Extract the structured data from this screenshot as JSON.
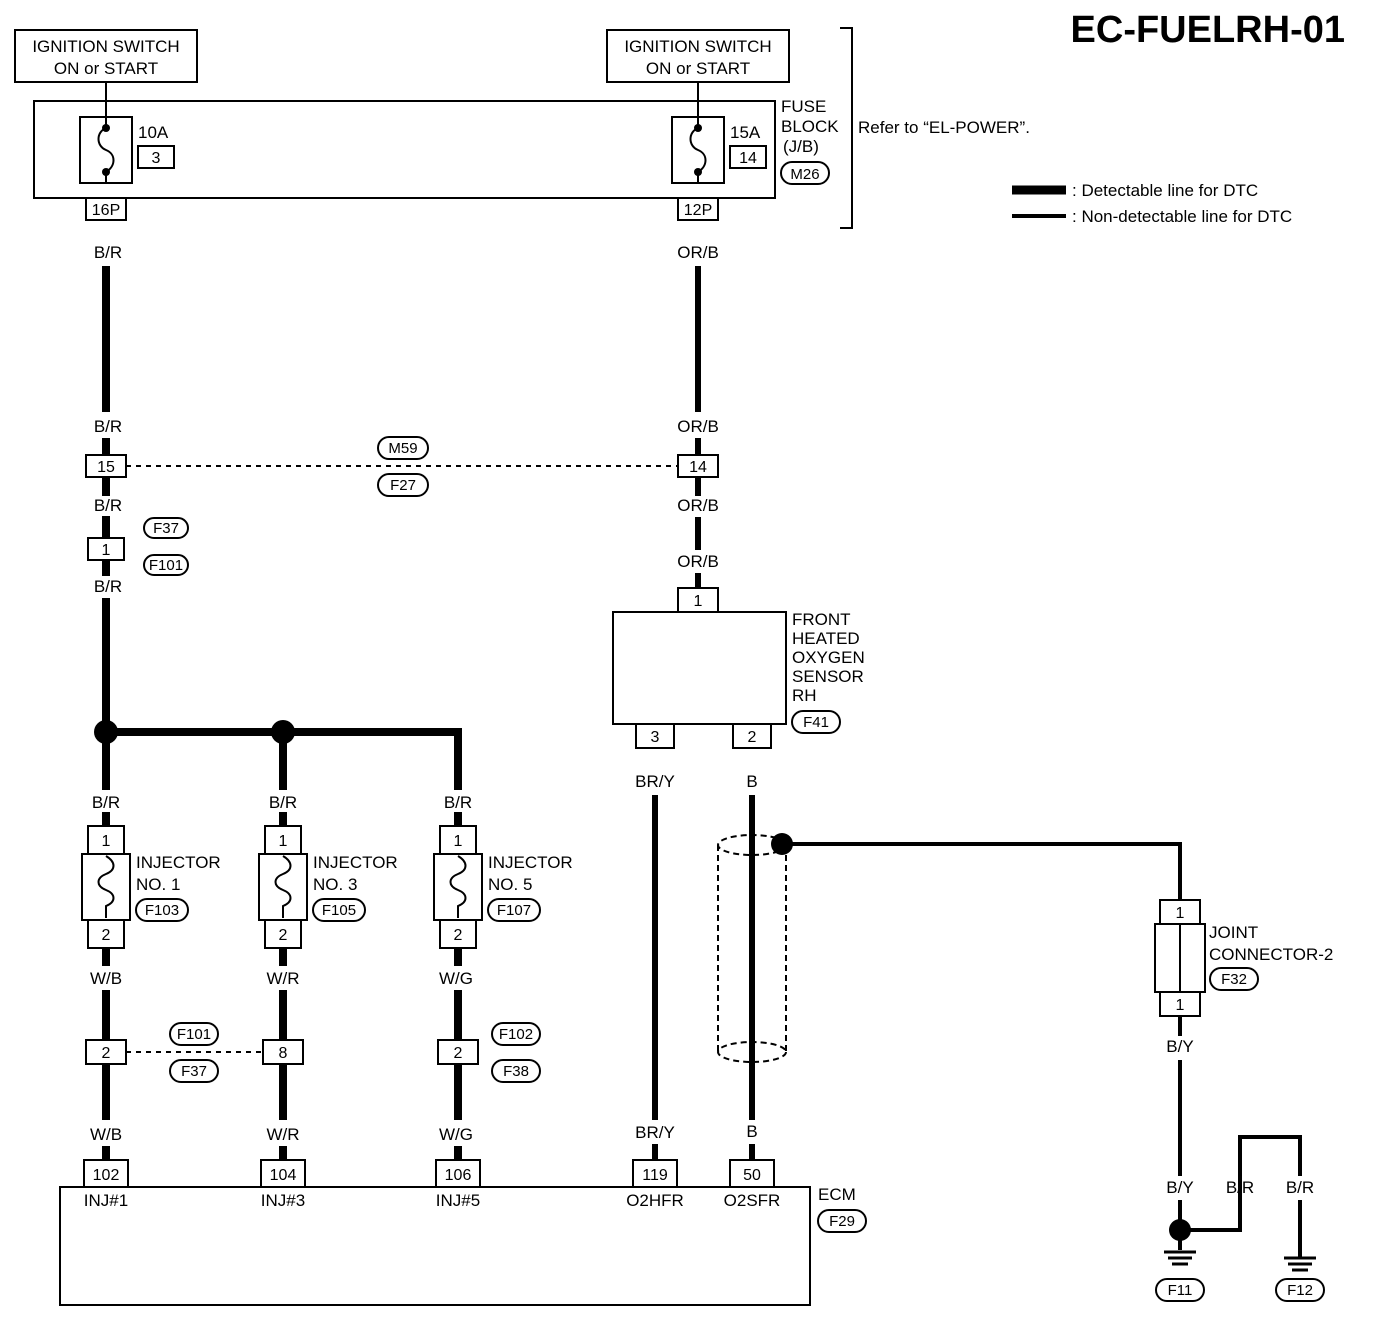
{
  "title": "EC-FUELRH-01",
  "ignition_left": {
    "line1": "IGNITION SWITCH",
    "line2": "ON or START"
  },
  "ignition_right": {
    "line1": "IGNITION SWITCH",
    "line2": "ON or START"
  },
  "fuse_block": {
    "line1": "FUSE",
    "line2": "BLOCK",
    "line3": "(J/B)",
    "connector": "M26",
    "note": "Refer to “EL-POWER”."
  },
  "fuse_left": {
    "rating": "10A",
    "number": "3",
    "pin": "16P"
  },
  "fuse_right": {
    "rating": "15A",
    "number": "14",
    "pin": "12P"
  },
  "legend": {
    "detectable": ": Detectable line for DTC",
    "non_detectable": ": Non-detectable line for DTC"
  },
  "wires": {
    "br": "B/R",
    "orb": "OR/B",
    "wb": "W/B",
    "wr": "W/R",
    "wg": "W/G",
    "bry": "BR/Y",
    "b": "B",
    "by": "B/Y"
  },
  "connectors": {
    "m59": "M59",
    "f27": "F27",
    "pin15": "15",
    "pin14": "14",
    "f37": "F37",
    "f101": "F101",
    "pin1": "1",
    "f102": "F102",
    "f38": "F38",
    "pin2": "2",
    "pin8": "8",
    "pin3": "3"
  },
  "o2_sensor": {
    "line1": "FRONT",
    "line2": "HEATED",
    "line3": "OXYGEN",
    "line4": "SENSOR",
    "line5": "RH",
    "connector": "F41"
  },
  "injectors": [
    {
      "name": "INJECTOR",
      "no": "NO. 1",
      "connector": "F103"
    },
    {
      "name": "INJECTOR",
      "no": "NO. 3",
      "connector": "F105"
    },
    {
      "name": "INJECTOR",
      "no": "NO. 5",
      "connector": "F107"
    }
  ],
  "joint": {
    "line1": "JOINT",
    "line2": "CONNECTOR-2",
    "connector": "F32"
  },
  "ecm": {
    "name": "ECM",
    "connector": "F29",
    "terminals": [
      {
        "pin": "102",
        "label": "INJ#1"
      },
      {
        "pin": "104",
        "label": "INJ#3"
      },
      {
        "pin": "106",
        "label": "INJ#5"
      },
      {
        "pin": "119",
        "label": "O2HFR"
      },
      {
        "pin": "50",
        "label": "O2SFR"
      }
    ]
  },
  "grounds": {
    "left": "F11",
    "right": "F12"
  }
}
